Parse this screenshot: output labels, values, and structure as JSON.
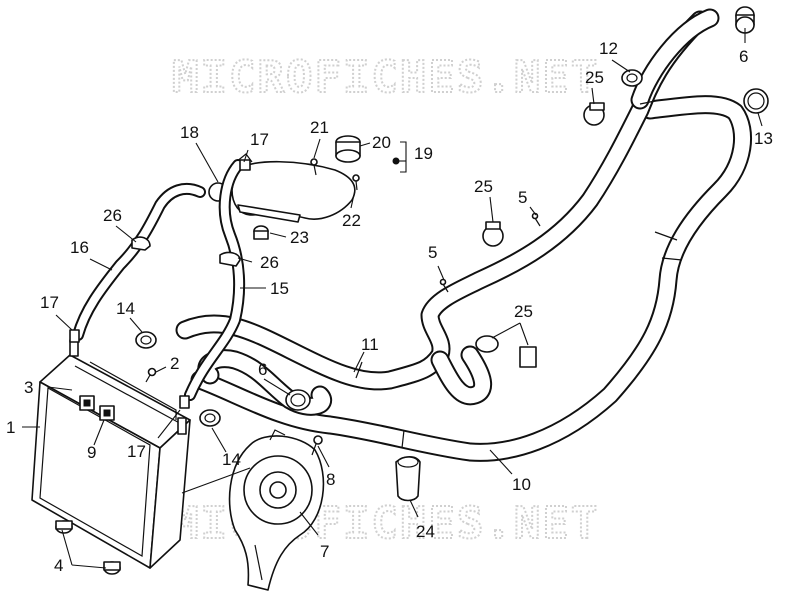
{
  "watermark": {
    "text": "MICROFICHES.NET"
  },
  "callouts": {
    "c1": "1",
    "c2": "2",
    "c3": "3",
    "c4": "4",
    "c5a": "5",
    "c5b": "5",
    "c6a": "6",
    "c6b": "6",
    "c7": "7",
    "c8": "8",
    "c9": "9",
    "c10": "10",
    "c11": "11",
    "c12": "12",
    "c13": "13",
    "c14a": "14",
    "c14b": "14",
    "c15": "15",
    "c16": "16",
    "c17a": "17",
    "c17b": "17",
    "c17c": "17",
    "c18": "18",
    "c19": "19",
    "c20": "20",
    "c21": "21",
    "c22": "22",
    "c23": "23",
    "c24": "24",
    "c25a": "25",
    "c25b": "25",
    "c25c": "25",
    "c26a": "26",
    "c26b": "26"
  }
}
